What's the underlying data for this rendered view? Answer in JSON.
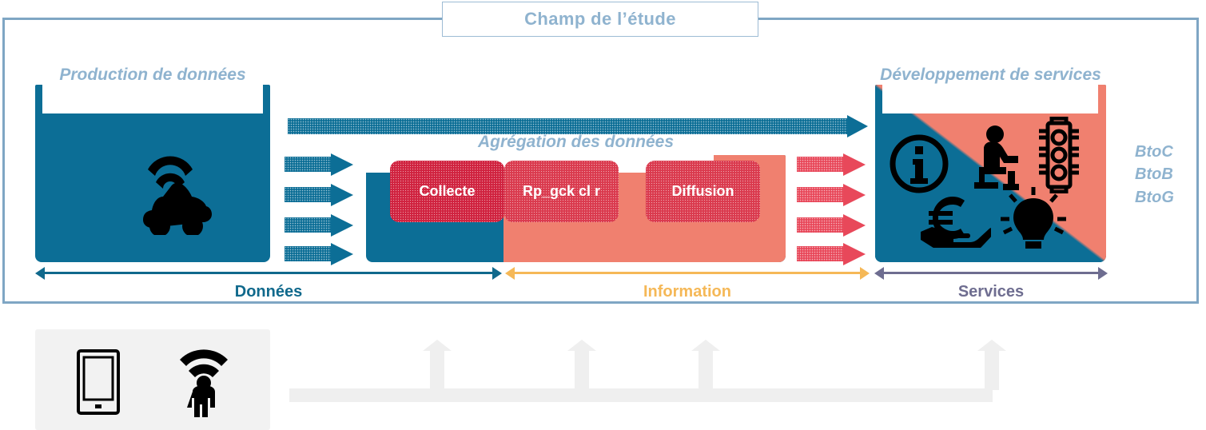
{
  "study": {
    "title": "Champ de l’étude"
  },
  "production": {
    "title": "Production de données",
    "icon": "connected-car-icon"
  },
  "aggregation": {
    "title": "Agrégation des données",
    "boxes": [
      {
        "label": "Collecte"
      },
      {
        "label": "Rp_gck cl r"
      },
      {
        "label": "Diffusion"
      }
    ]
  },
  "services": {
    "title": "Développement de services",
    "icons": [
      "information-icon",
      "wheelchair-user-icon",
      "traffic-light-icon",
      "euro-in-hand-icon",
      "lightbulb-icon"
    ]
  },
  "axes": [
    {
      "label": "Données",
      "color": "#10698C"
    },
    {
      "label": "Information",
      "color": "#F5B857"
    },
    {
      "label": "Services",
      "color": "#6E6D90"
    }
  ],
  "markets": [
    "BtoC",
    "BtoB",
    "BtoG"
  ],
  "devices": {
    "icons": [
      "smartphone-icon",
      "connected-pedestrian-icon"
    ]
  },
  "colors": {
    "frame": "#7FA6C4",
    "title_text": "#8FB3CF",
    "blue": "#0C6E96",
    "salmon": "#F0806F",
    "crimson": "#D0223F",
    "arrow_red": "#E8485A",
    "data_axis": "#10698C",
    "info_axis": "#F5B857",
    "service_axis": "#6E6D90",
    "gray_band": "#EFEFEF"
  },
  "flows": {
    "long_arrow": "data-to-services-arrow",
    "left_group_count": 4,
    "right_group_count": 4,
    "bottom_up_arrow_count": 4
  }
}
